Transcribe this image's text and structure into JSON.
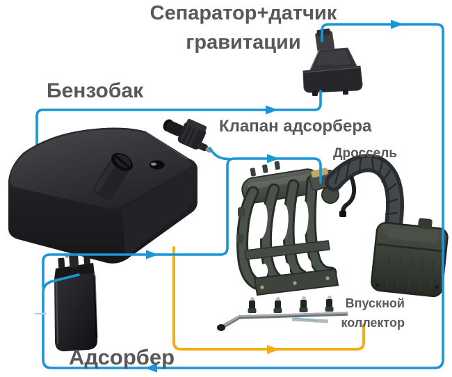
{
  "title": {
    "line1": "Сепаратор+датчик",
    "line2": "гравитации"
  },
  "labels": {
    "fuel_tank": "Бензобак",
    "adsorber_valve": "Клапан адсорбера",
    "throttle": "Дроссель",
    "intake_manifold_line1": "Впускной",
    "intake_manifold_line2": "коллектор",
    "adsorber": "Адсорбер"
  },
  "colors": {
    "vapor_line": "#1b95d6",
    "fuel_line": "#f2ae17",
    "label_text": "#58585a",
    "background": "#ffffff"
  }
}
